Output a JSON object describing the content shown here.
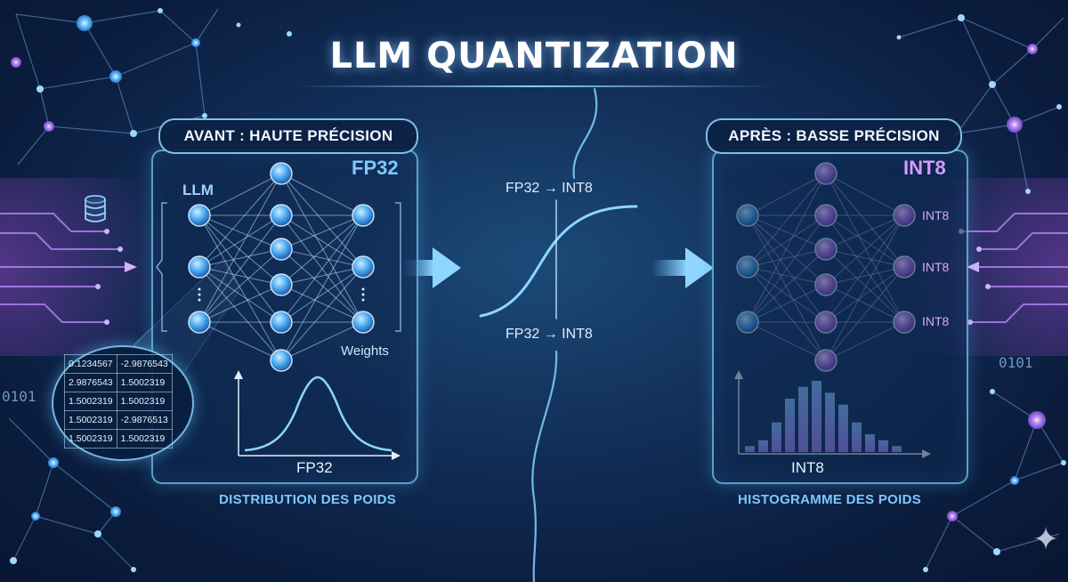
{
  "title": "LLM QUANTIZATION",
  "left_panel": {
    "title": "AVANT : HAUTE PRÉCISION",
    "format": "FP32",
    "llm_label": "LLM",
    "weights_label": "Weights",
    "axis_label": "FP32",
    "caption": "DISTRIBUTION DES POIDS",
    "matrix": [
      [
        "0.1234567",
        "-2.9876543"
      ],
      [
        "2.9876543",
        "1.5002319"
      ],
      [
        "1.5002319",
        "1.5002319"
      ],
      [
        "1.5002319",
        "-2.9876513"
      ],
      [
        "1.5002319",
        "1.5002319"
      ]
    ]
  },
  "center": {
    "conversion_top": "FP32 → INT8",
    "conversion_bottom": "FP32 → INT8"
  },
  "right_panel": {
    "title": "APRÈS : BASSE PRÉCISION",
    "format": "INT8",
    "node_labels": [
      "INT8",
      "INT8",
      "INT8"
    ],
    "axis_label": "INT8",
    "caption": "HISTOGRAMME DES POIDS",
    "histogram": [
      1,
      2,
      5,
      9,
      11,
      12,
      10,
      8,
      5,
      3,
      2,
      1
    ]
  },
  "decor": {
    "binary_left": "0101",
    "binary_right": "0101",
    "database_icon": "database-icon",
    "sparkle_icon": "sparkle-icon"
  },
  "colors": {
    "fp32_accent": "#7ec8ff",
    "int8_accent": "#d69bff",
    "node_blue": "#4aa8f0",
    "node_purple": "#b070e8"
  }
}
